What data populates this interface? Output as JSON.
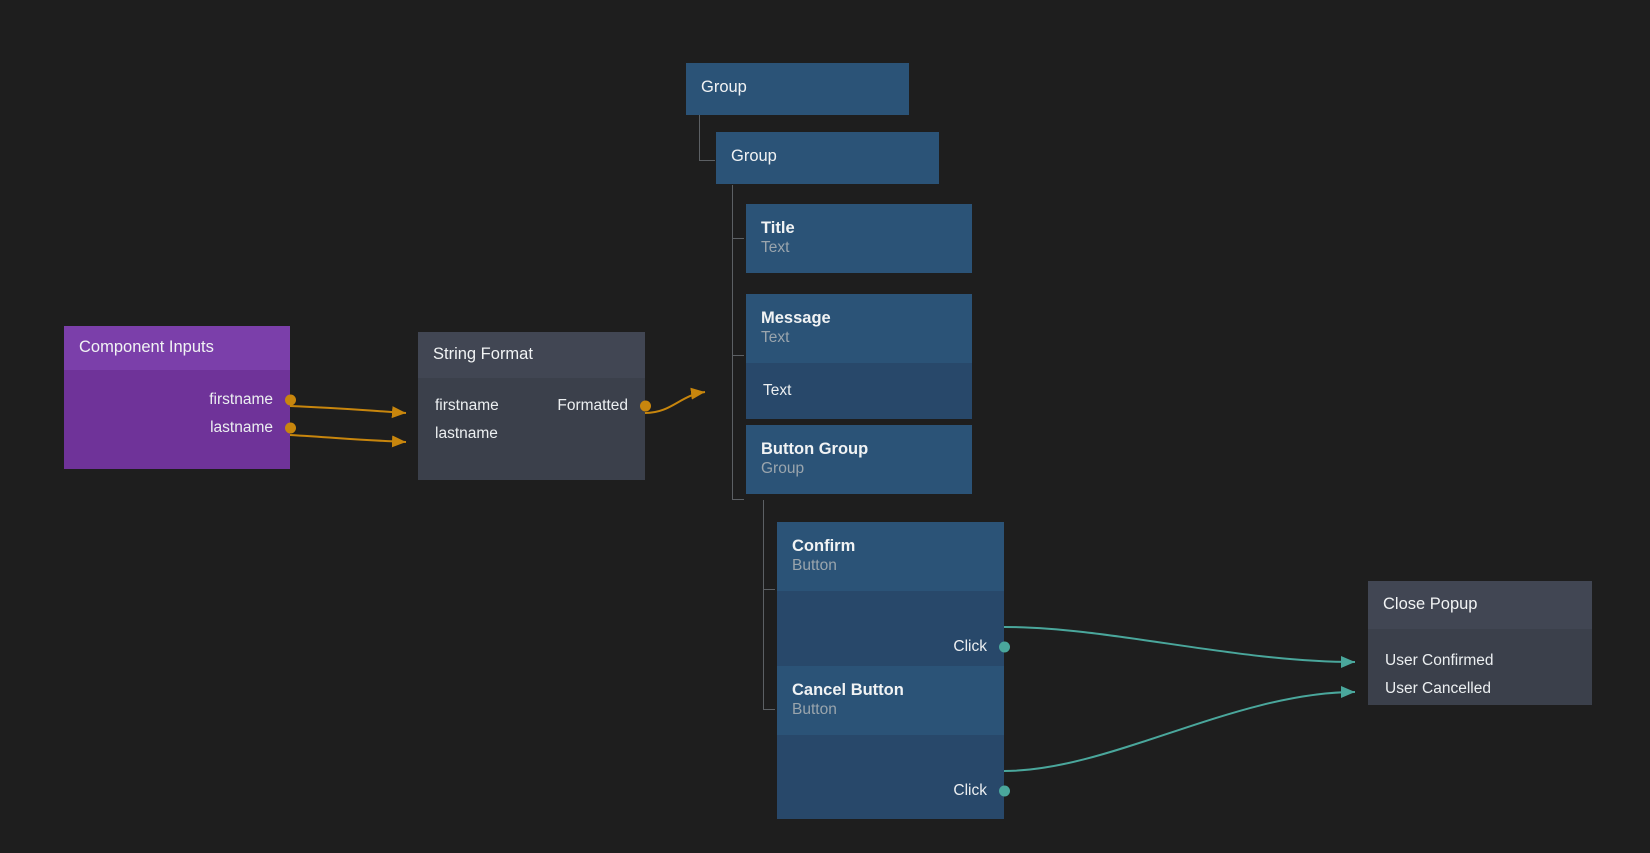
{
  "canvas": {
    "background": "#1e1e1e",
    "edge_color_data": "#c8860d",
    "edge_color_event": "#4aa79c"
  },
  "nodes": {
    "component_inputs": {
      "title": "Component Inputs",
      "accent": "#7b3faa",
      "outputs": [
        {
          "label": "firstname"
        },
        {
          "label": "lastname"
        }
      ]
    },
    "string_format": {
      "title": "String Format",
      "accent": "#414653",
      "rows": [
        {
          "input": "firstname",
          "output": "Formatted"
        },
        {
          "input": "lastname",
          "output": ""
        }
      ]
    },
    "group_outer": {
      "title": "Group",
      "subtitle": ""
    },
    "group_inner": {
      "title": "Group",
      "subtitle": ""
    },
    "title_node": {
      "title": "Title",
      "subtitle": "Text"
    },
    "message_node": {
      "title": "Message",
      "subtitle": "Text",
      "inputs": [
        {
          "label": "Text"
        }
      ]
    },
    "button_group": {
      "title": "Button Group",
      "subtitle": "Group"
    },
    "confirm_button": {
      "title": "Confirm",
      "subtitle": "Button",
      "outputs": [
        {
          "label": "Click"
        }
      ]
    },
    "cancel_button": {
      "title": "Cancel Button",
      "subtitle": "Button",
      "outputs": [
        {
          "label": "Click"
        }
      ]
    },
    "close_popup": {
      "title": "Close Popup",
      "accent": "#414653",
      "inputs": [
        {
          "label": "User Confirmed"
        },
        {
          "label": "User Cancelled"
        }
      ]
    }
  }
}
